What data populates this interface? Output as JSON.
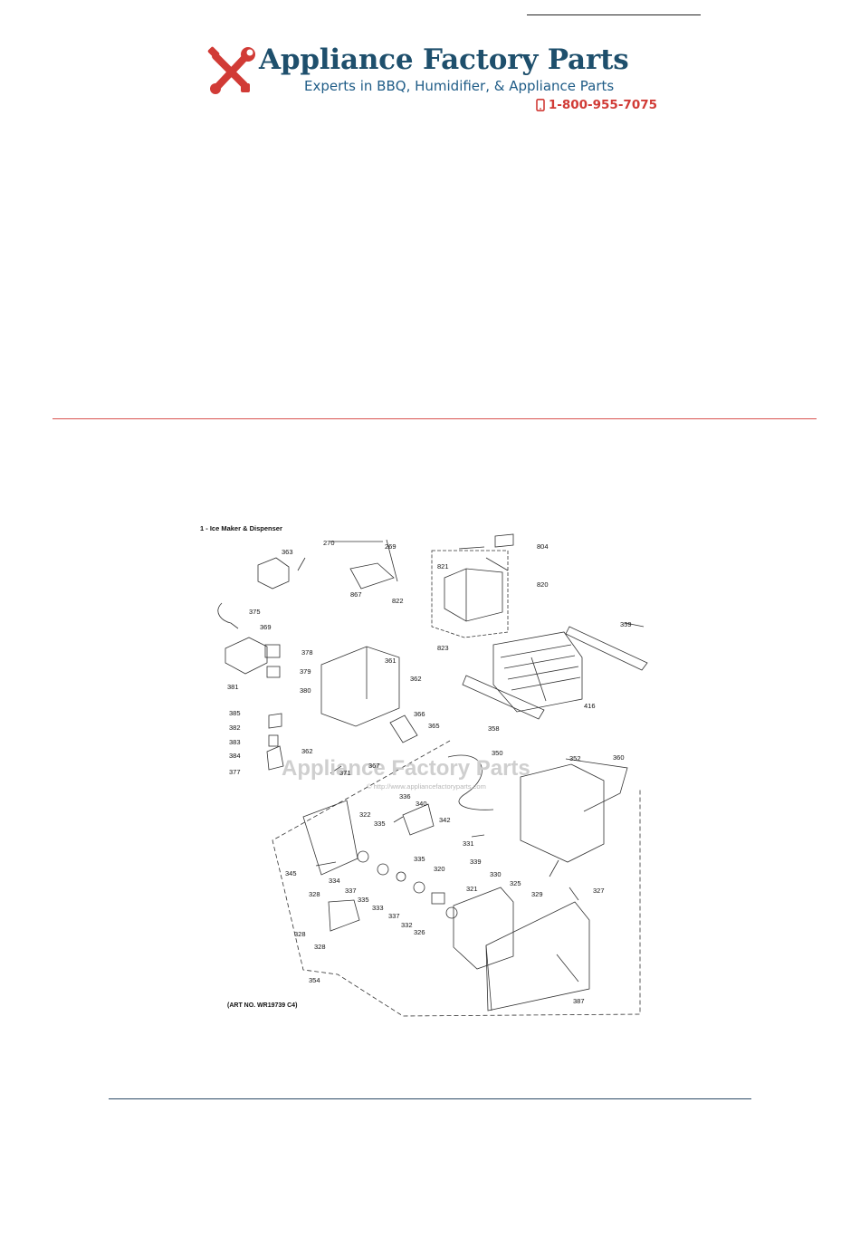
{
  "header": {
    "brand_name": "Appliance Factory Parts",
    "tagline": "Experts in BBQ, Humidifier, & Appliance Parts",
    "phone": "1-800-955-7075",
    "logo_icon": "wrench-screwdriver-icon",
    "phone_icon": "mobile-phone-icon",
    "brand_color": "#1e4f6c",
    "accent_color": "#d13b36"
  },
  "diagram": {
    "title": "1 - Ice Maker & Dispenser",
    "watermark": "Appliance Factory Parts",
    "watermark_url": "© http://www.appliancefactoryparts.com",
    "art_number": "(ART NO. WR19739 C4)",
    "callouts": [
      "270",
      "269",
      "804",
      "363",
      "821",
      "820",
      "867",
      "822",
      "375",
      "369",
      "823",
      "359",
      "378",
      "379",
      "361",
      "362",
      "381",
      "380",
      "416",
      "385",
      "382",
      "366",
      "365",
      "358",
      "383",
      "384",
      "362",
      "350",
      "352",
      "360",
      "377",
      "371",
      "367",
      "336",
      "340",
      "322",
      "342",
      "335",
      "331",
      "345",
      "334",
      "337",
      "335",
      "339",
      "320",
      "330",
      "329",
      "335",
      "333",
      "337",
      "332",
      "326",
      "321",
      "325",
      "327",
      "328",
      "328",
      "328",
      "354",
      "387"
    ]
  }
}
